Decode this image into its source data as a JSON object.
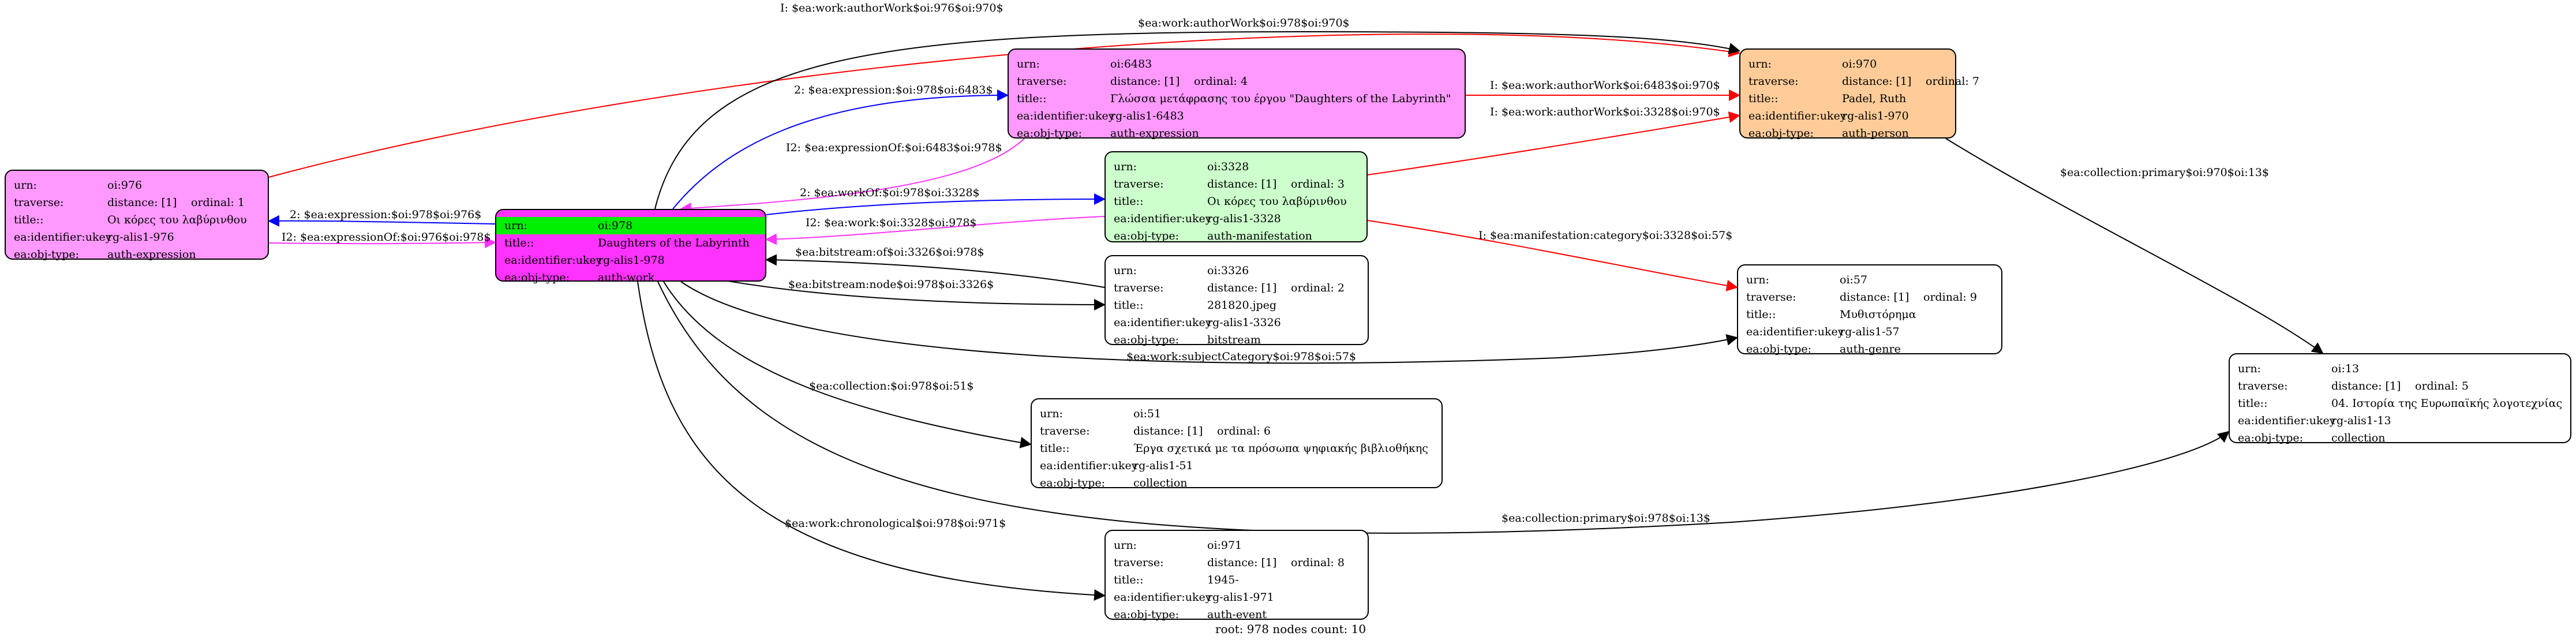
{
  "nodes": {
    "n976": {
      "fill": "#ff99ff",
      "rows": [
        {
          "key": "urn:",
          "value": "oi:976"
        },
        {
          "key": "traverse:",
          "distance": "distance: [1]",
          "ordinal": "ordinal: 1"
        },
        {
          "key": "title::",
          "value": "Οι κόρες του λαβύρινθου"
        },
        {
          "key": "ea:identifier:ukey",
          "value": "rg-alis1-976"
        },
        {
          "key": "ea:obj-type:",
          "value": "auth-expression"
        }
      ]
    },
    "n978": {
      "fill": "#ff33ff",
      "highlight_color": "#00ee00",
      "rows": [
        {
          "key": "urn:",
          "value": "oi:978"
        },
        {
          "key": "title::",
          "value": "Daughters of the  Labyrinth"
        },
        {
          "key": "ea:identifier:ukey",
          "value": "rg-alis1-978"
        },
        {
          "key": "ea:obj-type:",
          "value": "auth-work"
        }
      ]
    },
    "n6483": {
      "fill": "#ff99ff",
      "rows": [
        {
          "key": "urn:",
          "value": "oi:6483"
        },
        {
          "key": "traverse:",
          "distance": "distance: [1]",
          "ordinal": "ordinal: 4"
        },
        {
          "key": "title::",
          "value": "Γλώσσα μετάφρασης του έργου \"Daughters of the  Labyrinth\""
        },
        {
          "key": "ea:identifier:ukey",
          "value": "rg-alis1-6483"
        },
        {
          "key": "ea:obj-type:",
          "value": "auth-expression"
        }
      ]
    },
    "n970": {
      "fill": "#ffcc99",
      "rows": [
        {
          "key": "urn:",
          "value": "oi:970"
        },
        {
          "key": "traverse:",
          "distance": "distance: [1]",
          "ordinal": "ordinal: 7"
        },
        {
          "key": "title::",
          "value": "Padel, Ruth"
        },
        {
          "key": "ea:identifier:ukey",
          "value": "rg-alis1-970"
        },
        {
          "key": "ea:obj-type:",
          "value": "auth-person"
        }
      ]
    },
    "n3328": {
      "fill": "#ccffcc",
      "rows": [
        {
          "key": "urn:",
          "value": "oi:3328"
        },
        {
          "key": "traverse:",
          "distance": "distance: [1]",
          "ordinal": "ordinal: 3"
        },
        {
          "key": "title::",
          "value": "Οι κόρες του λαβύρινθου"
        },
        {
          "key": "ea:identifier:ukey",
          "value": "rg-alis1-3328"
        },
        {
          "key": "ea:obj-type:",
          "value": "auth-manifestation"
        }
      ]
    },
    "n3326": {
      "fill": "#ffffff",
      "rows": [
        {
          "key": "urn:",
          "value": "oi:3326"
        },
        {
          "key": "traverse:",
          "distance": "distance: [1]",
          "ordinal": "ordinal: 2"
        },
        {
          "key": "title::",
          "value": "281820.jpeg"
        },
        {
          "key": "ea:identifier:ukey",
          "value": "rg-alis1-3326"
        },
        {
          "key": "ea:obj-type:",
          "value": "bitstream"
        }
      ]
    },
    "n57": {
      "fill": "#ffffff",
      "rows": [
        {
          "key": "urn:",
          "value": "oi:57"
        },
        {
          "key": "traverse:",
          "distance": "distance: [1]",
          "ordinal": "ordinal: 9"
        },
        {
          "key": "title::",
          "value": "Μυθιστόρημα"
        },
        {
          "key": "ea:identifier:ukey",
          "value": "rg-alis1-57"
        },
        {
          "key": "ea:obj-type:",
          "value": "auth-genre"
        }
      ]
    },
    "n51": {
      "fill": "#ffffff",
      "rows": [
        {
          "key": "urn:",
          "value": "oi:51"
        },
        {
          "key": "traverse:",
          "distance": "distance: [1]",
          "ordinal": "ordinal: 6"
        },
        {
          "key": "title::",
          "value": "Έργα σχετικά με τα πρόσωπα ψηφιακής βιβλιοθήκης"
        },
        {
          "key": "ea:identifier:ukey",
          "value": "rg-alis1-51"
        },
        {
          "key": "ea:obj-type:",
          "value": "collection"
        }
      ]
    },
    "n13": {
      "fill": "#ffffff",
      "rows": [
        {
          "key": "urn:",
          "value": "oi:13"
        },
        {
          "key": "traverse:",
          "distance": "distance: [1]",
          "ordinal": "ordinal: 5"
        },
        {
          "key": "title::",
          "value": "04. Ιστορία της Ευρωπαϊκής λογοτεχνίας"
        },
        {
          "key": "ea:identifier:ukey",
          "value": "rg-alis1-13"
        },
        {
          "key": "ea:obj-type:",
          "value": "collection"
        }
      ]
    },
    "n971": {
      "fill": "#ffffff",
      "rows": [
        {
          "key": "urn:",
          "value": "oi:971"
        },
        {
          "key": "traverse:",
          "distance": "distance: [1]",
          "ordinal": "ordinal: 8"
        },
        {
          "key": "title::",
          "value": "1945-"
        },
        {
          "key": "ea:identifier:ukey",
          "value": "rg-alis1-971"
        },
        {
          "key": "ea:obj-type:",
          "value": "auth-event"
        }
      ]
    }
  },
  "edges": [
    {
      "id": "e1",
      "color": "#ff0000",
      "label": "I: $ea:work:authorWork$oi:976$oi:970$"
    },
    {
      "id": "e2",
      "color": "#000000",
      "label": "$ea:work:authorWork$oi:978$oi:970$"
    },
    {
      "id": "e3",
      "color": "#0000ff",
      "label": "2: $ea:expression:$oi:978$oi:6483$"
    },
    {
      "id": "e4",
      "color": "#ff33ff",
      "label": "I2: $ea:expressionOf:$oi:6483$oi:978$"
    },
    {
      "id": "e5",
      "color": "#ff0000",
      "label": "I: $ea:work:authorWork$oi:6483$oi:970$"
    },
    {
      "id": "e6",
      "color": "#ff0000",
      "label": "I: $ea:work:authorWork$oi:3328$oi:970$"
    },
    {
      "id": "e7",
      "color": "#0000ff",
      "label": "2: $ea:expression:$oi:978$oi:976$"
    },
    {
      "id": "e8",
      "color": "#ff33ff",
      "label": "I2: $ea:expressionOf:$oi:976$oi:978$"
    },
    {
      "id": "e9",
      "color": "#0000ff",
      "label": "2: $ea:workOf:$oi:978$oi:3328$"
    },
    {
      "id": "e10",
      "color": "#ff33ff",
      "label": "I2: $ea:work:$oi:3328$oi:978$"
    },
    {
      "id": "e11",
      "color": "#000000",
      "label": "$ea:bitstream:of$oi:3326$oi:978$"
    },
    {
      "id": "e12",
      "color": "#000000",
      "label": "$ea:bitstream:node$oi:978$oi:3326$"
    },
    {
      "id": "e13",
      "color": "#ff0000",
      "label": "I: $ea:manifestation:category$oi:3328$oi:57$"
    },
    {
      "id": "e14",
      "color": "#000000",
      "label": "$ea:work:subjectCategory$oi:978$oi:57$"
    },
    {
      "id": "e15",
      "color": "#000000",
      "label": "$ea:collection:$oi:978$oi:51$"
    },
    {
      "id": "e16",
      "color": "#000000",
      "label": "$ea:collection:primary$oi:970$oi:13$"
    },
    {
      "id": "e17",
      "color": "#000000",
      "label": "$ea:collection:primary$oi:978$oi:13$"
    },
    {
      "id": "e18",
      "color": "#000000",
      "label": "$ea:work:chronological$oi:978$oi:971$"
    }
  ],
  "footer": "root: 978 nodes count: 10"
}
